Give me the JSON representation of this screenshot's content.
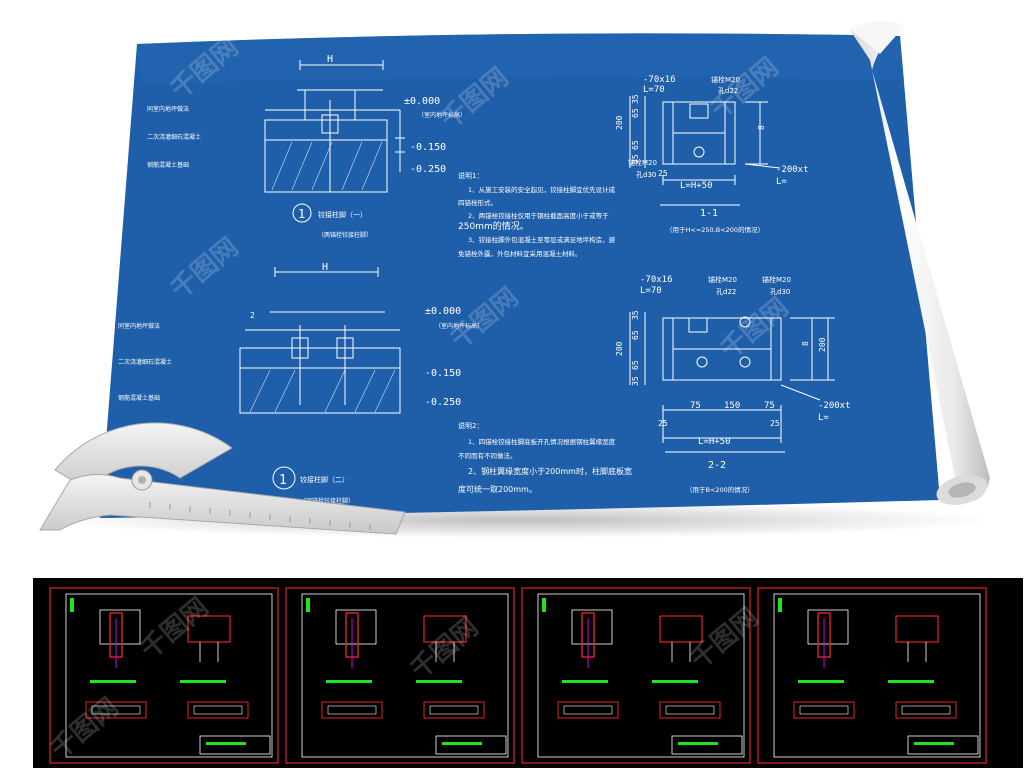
{
  "blueprint": {
    "detail1": {
      "dim_top": "H",
      "elev_0": "±0.000",
      "elev_0_note": "（室内地坪标高）",
      "elev_1": "-0.150",
      "elev_2": "-0.250",
      "left_notes": [
        "同室内地坪做法",
        "二次浇灌细石混凝土",
        "钢筋混凝土基础"
      ],
      "title_num": "1",
      "title": "铰接柱脚（一）",
      "subtitle": "（两锚栓铰接柱脚）"
    },
    "detail2": {
      "dim_top": "H",
      "dim_side": "2",
      "elev_0": "±0.000",
      "elev_0_note": "（室内地坪标高）",
      "elev_1": "-0.150",
      "elev_2": "-0.250",
      "left_notes": [
        "同室内地坪做法",
        "二次浇灌细石混凝土",
        "钢筋混凝土基础"
      ],
      "title_num": "1",
      "title": "铰接柱脚（二）",
      "subtitle": "（四锚栓铰接柱脚）"
    },
    "notes1": {
      "heading": "说明1：",
      "lines": [
        "1、从施工安装的安全起见，铰接柱脚宜优先设计成",
        "四锚栓形式。",
        "2、两锚栓铰接柱仅用于钢柱截面高度小于或等于",
        "250mm的情况。",
        "3、铰接柱脚外包混凝土至零层或满足地坪构造，避",
        "免锚栓外露，外包材料宜采用混凝土材料。"
      ]
    },
    "notes2": {
      "heading": "说明2：",
      "lines": [
        "1、四锚栓铰接柱脚底板开孔情况根据钢柱翼缘宽度",
        "不同而有不同做法。",
        "2、钢柱翼缘宽度小于200mm时，柱脚底板宽",
        "度可统一取200mm。"
      ]
    },
    "section11": {
      "plate": "-70x16",
      "L70": "L=70",
      "bolt": "锚栓M20",
      "hole": "孔d22",
      "bolt2": "锚栓M20",
      "hole2": "孔d30",
      "dims_left": [
        "200",
        "65",
        "35",
        "65",
        "35"
      ],
      "dim_right": "8",
      "dim_25": "25",
      "dim_bottom": "L=H+50",
      "plate2": "-200xt",
      "L": "L=",
      "title": "1-1",
      "caption": "（用于H<=250,B<200的情况）"
    },
    "section22": {
      "plate": "-70x16",
      "L70": "L=70",
      "bolt_a": "锚栓M20",
      "hole_a": "孔d22",
      "bolt_b": "锚栓M20",
      "hole_b": "孔d30",
      "dims_left": [
        "35",
        "65",
        "200",
        "65",
        "35"
      ],
      "dim_right_a": "8",
      "dim_right_b": "200",
      "dims_bottom": [
        "75",
        "150",
        "75",
        "25",
        "25"
      ],
      "dim_bottom": "L=H+50",
      "plate2": "-200xt",
      "L": "L=",
      "title": "2-2",
      "caption": "（用于B<200的情况）"
    },
    "watermark": "千图网"
  },
  "thumbnails": [
    {
      "id": 1
    },
    {
      "id": 2
    },
    {
      "id": 3
    },
    {
      "id": 4
    }
  ],
  "colors": {
    "blueprint": "#1f5faa",
    "blueprint_edge": "#1a5399",
    "cad_bg": "#000000",
    "cad_red": "#e0242b",
    "cad_green": "#1de51d",
    "cad_white": "#ffffff",
    "cad_magenta": "#e000e0"
  }
}
